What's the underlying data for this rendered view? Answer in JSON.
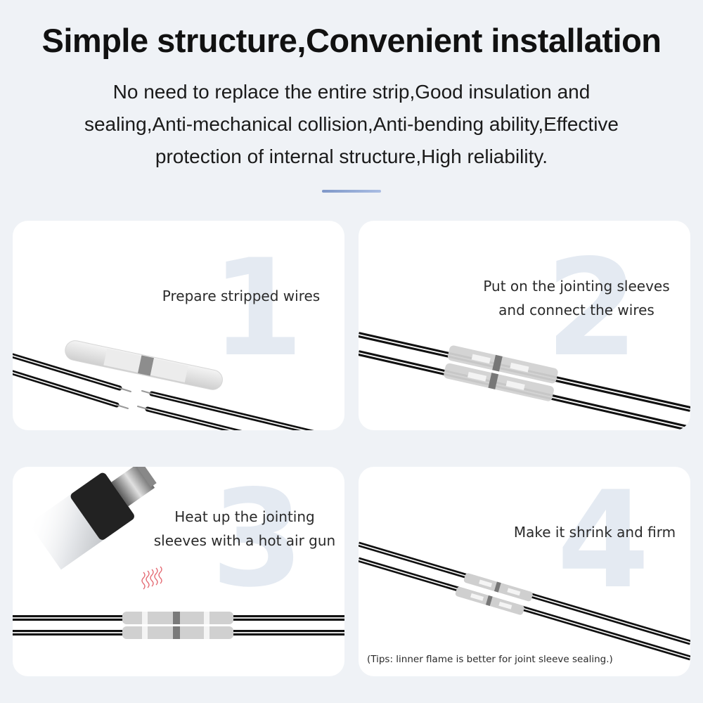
{
  "header": {
    "title": "Simple structure,Convenient installation",
    "subtitle_lines": [
      "No need to replace the entire strip,Good insulation and",
      "sealing,Anti-mechanical collision,Anti-bending ability,Effective",
      "protection of internal structure,High reliability."
    ]
  },
  "colors": {
    "background": "#eff2f6",
    "card": "#ffffff",
    "divider": "#8ea6d4",
    "step_number": "#e4eaf2",
    "wire": "#111111",
    "heat_waves": "#e0505a"
  },
  "steps": [
    {
      "number": "1",
      "caption_lines": [
        "Prepare stripped wires"
      ],
      "illustration": "stripped-wires-and-sleeve"
    },
    {
      "number": "2",
      "caption_lines": [
        "Put on the jointing sleeves",
        "and connect the wires"
      ],
      "illustration": "sleeves-on-wires"
    },
    {
      "number": "3",
      "caption_lines": [
        "Heat up the jointing",
        "sleeves with a hot air gun"
      ],
      "illustration": "hot-air-gun-heating"
    },
    {
      "number": "4",
      "caption_lines": [
        "Make it shrink and firm"
      ],
      "tip": "(Tips: linner flame is better for joint sleeve sealing.)",
      "illustration": "shrunk-sleeves"
    }
  ]
}
